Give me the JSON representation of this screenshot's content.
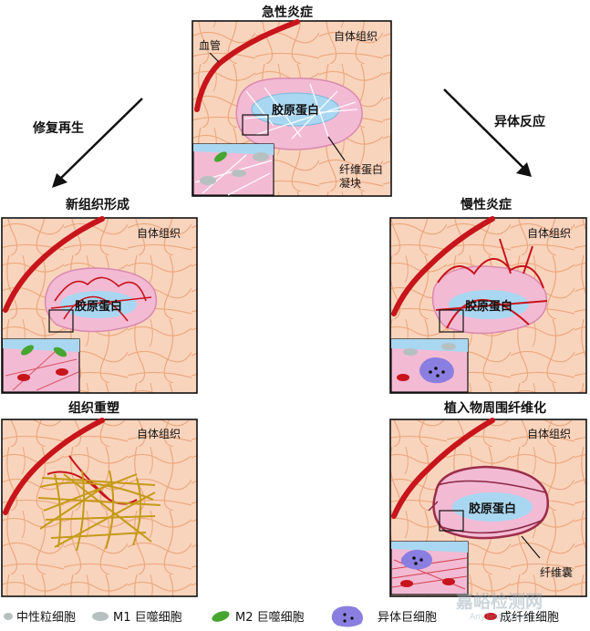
{
  "titles": {
    "acute": "急性炎症",
    "new_tissue": "新组织形成",
    "chronic": "慢性炎症",
    "remodel": "组织重塑",
    "fibrosis": "植入物周围纤维化"
  },
  "arrows": {
    "repair": "修复再生",
    "foreign_body": "异体反应"
  },
  "labels": {
    "vessel": "血管",
    "tissue": "自体组织",
    "collagen": "胶原蛋白",
    "fibrin_clot_line1": "纤维蛋白",
    "fibrin_clot_line2": "凝块",
    "capsule": "纤维囊"
  },
  "legend": {
    "neutrophil": "中性粒细胞",
    "m1": "M1 巨噬细胞",
    "m2": "M2 巨噬细胞",
    "giant_cell": "异体巨细胞",
    "fibroblast": "成纤维细胞"
  },
  "watermark": {
    "main": "嘉峪检测网",
    "sub": "AnyTesting.com"
  },
  "colors": {
    "tissue_bg": "#f9d4bd",
    "tissue_fiber": "#eba87d",
    "vessel": "#c8141b",
    "collagen": "#a9d7f1",
    "inflammation": "#f3bad4",
    "neutrophil": "#b7c0c0",
    "m2": "#46a531",
    "giant_cell": "#8a7fe0",
    "remodel_fiber": "#c49a18"
  }
}
